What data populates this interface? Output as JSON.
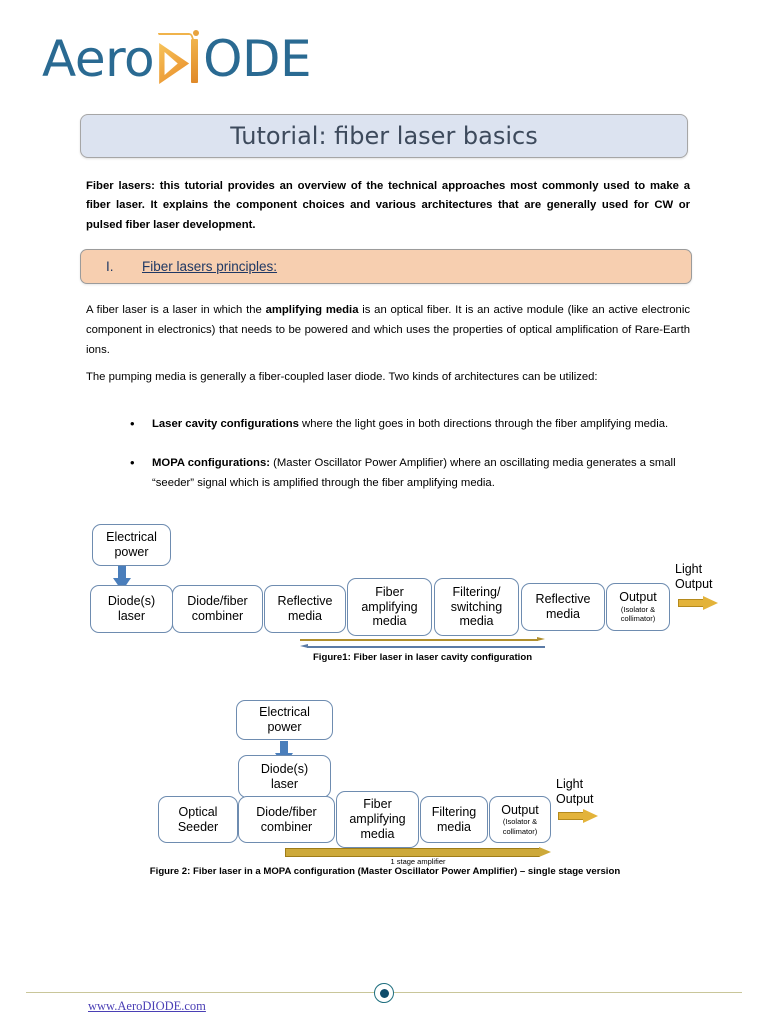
{
  "logo": {
    "part1": "Aero",
    "part2": "ODE",
    "alt": "AeroDIODE"
  },
  "title": {
    "text": "Tutorial: fiber laser basics"
  },
  "intro": {
    "text": "Fiber lasers: this tutorial provides an overview of the technical approaches most commonly used to make a fiber laser. It explains the component choices and various architectures that are generally used for CW or pulsed fiber laser development."
  },
  "section": {
    "number": "I.",
    "title": "Fiber lasers principles:"
  },
  "paragraphs": {
    "p1_a": "A fiber laser is a laser in which the ",
    "p1_b": "amplifying media",
    "p1_c": " is an optical fiber. It is an active module (like an active electronic component in electronics) that needs to be powered and which uses the properties of optical amplification of Rare-Earth ions.",
    "p2": "The pumping media is generally a fiber-coupled laser diode.  Two kinds of architectures can be utilized:"
  },
  "bullets": [
    {
      "marker": "•",
      "bold": "Laser cavity configurations",
      "rest": " where the light goes in both directions through the fiber amplifying media."
    },
    {
      "marker": "•",
      "bold": "MOPA configurations:",
      "rest": " (Master Oscillator Power Amplifier) where an oscillating media generates a small “seeder” signal which is amplified through the fiber amplifying media."
    }
  ],
  "figure1": {
    "power_box": "Electrical\npower",
    "power_box_l1": "Electrical",
    "power_box_l2": "power",
    "boxes": [
      {
        "l1": "Diode(s)",
        "l2": "laser",
        "sub": ""
      },
      {
        "l1": "Diode/fiber",
        "l2": "combiner",
        "sub": ""
      },
      {
        "l1": "Reflective",
        "l2": "media",
        "sub": ""
      },
      {
        "l1": "Fiber",
        "l2": "amplifying",
        "l3": "media",
        "sub": ""
      },
      {
        "l1": "Filtering/",
        "l2": "switching",
        "l3": "media",
        "sub": ""
      },
      {
        "l1": "Reflective",
        "l2": "media",
        "sub": ""
      },
      {
        "l1": "Output",
        "l2": "",
        "sub": "(Isolator &\ncollimator)",
        "sub_l1": "(Isolator &",
        "sub_l2": "collimator)"
      }
    ],
    "output_label_l1": "Light",
    "output_label_l2": "Output",
    "caption": "Figure1: Fiber laser in laser cavity configuration"
  },
  "figure2": {
    "power_box_l1": "Electrical",
    "power_box_l2": "power",
    "diode_box_l1": "Diode(s)",
    "diode_box_l2": "laser",
    "boxes": [
      {
        "l1": "Optical",
        "l2": "Seeder",
        "sub": ""
      },
      {
        "l1": "Diode/fiber",
        "l2": "combiner",
        "sub": ""
      },
      {
        "l1": "Fiber",
        "l2": "amplifying",
        "l3": "media",
        "sub": ""
      },
      {
        "l1": "Filtering",
        "l2": "media",
        "sub": ""
      },
      {
        "l1": "Output",
        "l2": "",
        "sub_l1": "(Isolator &",
        "sub_l2": "collimator)"
      }
    ],
    "output_label_l1": "Light",
    "output_label_l2": "Output",
    "stage_label": "1 stage amplifier",
    "caption": "Figure 2: Fiber laser in a MOPA configuration (Master Oscillator Power Amplifier) – single stage version"
  },
  "footer": {
    "link": "www.AeroDIODE.com"
  },
  "colors": {
    "logo_blue": "#2a6a92",
    "logo_gold": "#e8a33d",
    "title_bg": "#dce3f0",
    "section_bg": "#f7cfb0",
    "section_text": "#1f3864",
    "box_border": "#6e8cb0",
    "arrow_blue": "#4a7ebb",
    "arrow_gold": "#e3b33a",
    "footer_rule": "#c9c69a",
    "footer_link": "#4a3fb5"
  }
}
